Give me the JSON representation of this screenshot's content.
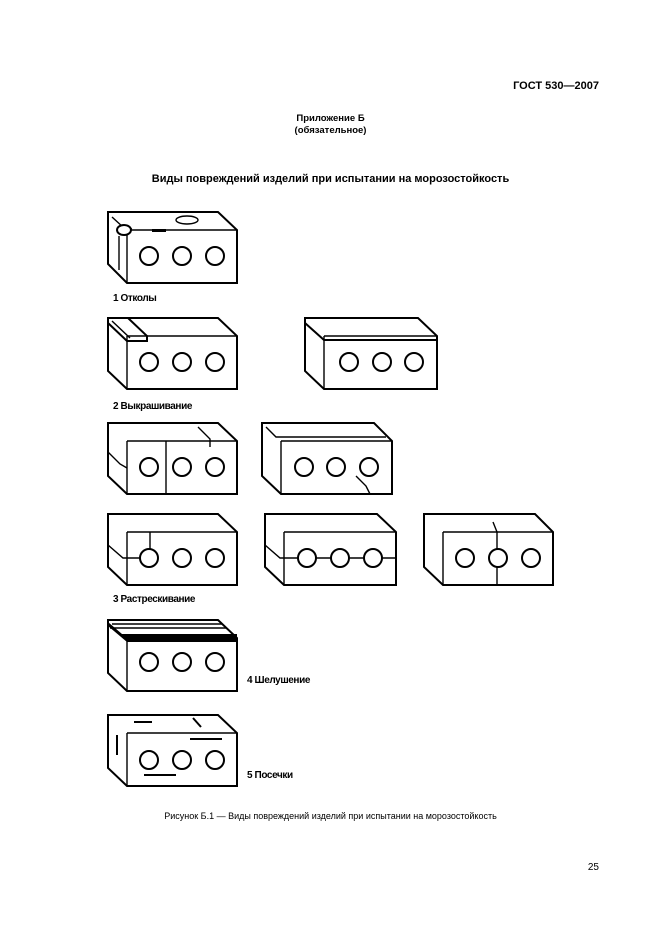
{
  "header": {
    "standard": "ГОСТ 530—2007"
  },
  "appendix": {
    "title": "Приложение Б",
    "note": "(обязательное)"
  },
  "section_title": "Виды повреждений изделий при испытании на морозостойкость",
  "labels": {
    "l1": "1 Отколы",
    "l2": "2 Выкрашивание",
    "l3": "3 Растрескивание",
    "l4": "4 Шелушение",
    "l5": "5 Посечки"
  },
  "caption": "Рисунок Б.1 — Виды повреждений изделий при испытании на морозостойкость",
  "page_number": "25"
}
